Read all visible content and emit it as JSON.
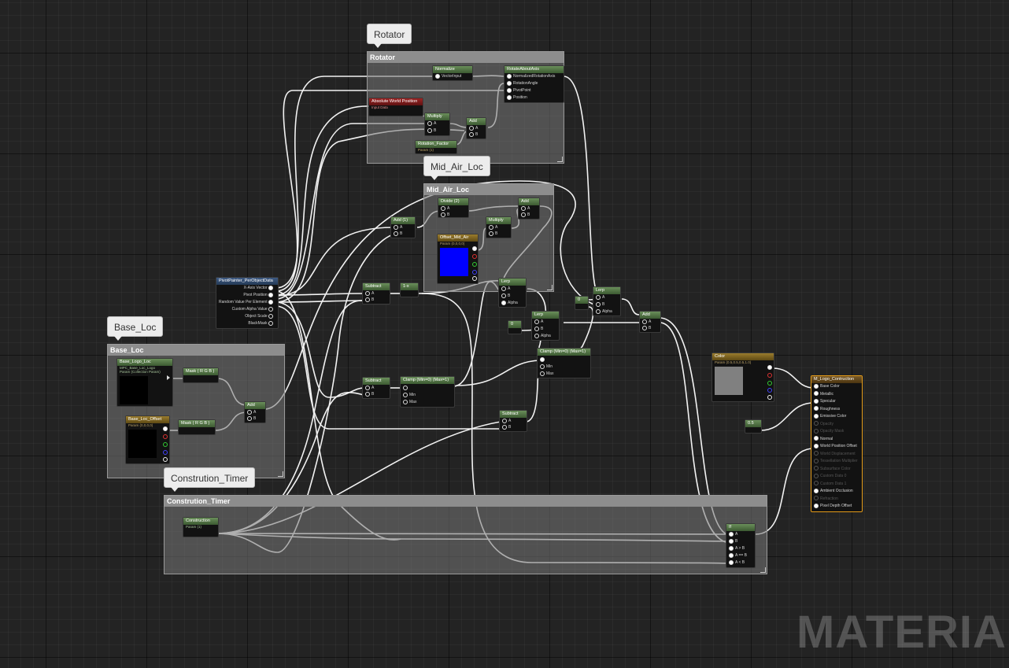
{
  "comments": {
    "rotator": "Rotator",
    "mid_air": "Mid_Air_Loc",
    "base_loc": "Base_Loc",
    "timer": "Constrution_Timer"
  },
  "nodes": {
    "normalize": {
      "title": "Normalize",
      "in": "VectorInput"
    },
    "rotate": {
      "title": "RotateAboutAxis",
      "pins": [
        "NormalizedRotationAxis",
        "RotationAngle",
        "PivotPoint",
        "Position"
      ]
    },
    "abs_world": {
      "title": "Absolute World Position",
      "sub": "Input Data"
    },
    "multiply_rot": {
      "title": "Multiply",
      "a": "A",
      "b": "B"
    },
    "add_rot": {
      "title": "Add",
      "a": "A",
      "b": "B"
    },
    "rotation_factor": {
      "title": "Rotation_Factor",
      "sub": "Param (1)"
    },
    "divide": {
      "title": "Divide (2)",
      "a": "A",
      "b": "B"
    },
    "add_mid": {
      "title": "Add",
      "a": "A",
      "b": "B"
    },
    "add1": {
      "title": "Add (1)",
      "a": "A",
      "b": "B"
    },
    "multiply_mid": {
      "title": "Multiply",
      "a": "A",
      "b": "B"
    },
    "offset_mid": {
      "title": "Offset_Mid_Air",
      "sub": "Param (0,0,0,0)"
    },
    "pivot": {
      "title": "PivotPainter_PerObjectData",
      "pins": [
        "X-Axis Vector",
        "Pivot Position",
        "Random Value Per Element",
        "Custom Alpha Value",
        "Object Scale",
        "BlackMask"
      ]
    },
    "subtract_top": {
      "title": "Subtract",
      "a": "A",
      "b": "B"
    },
    "one_minus": {
      "title": "1-x"
    },
    "lerp_mid": {
      "title": "Lerp",
      "a": "A",
      "b": "B",
      "alpha": "Alpha"
    },
    "const0_a": {
      "title": "0"
    },
    "lerp_right": {
      "title": "Lerp",
      "a": "A",
      "b": "B",
      "alpha": "Alpha"
    },
    "const0_b": {
      "title": "0"
    },
    "lerp_low": {
      "title": "Lerp",
      "a": "A",
      "b": "B",
      "alpha": "Alpha"
    },
    "add_right": {
      "title": "Add",
      "a": "A",
      "b": "B"
    },
    "clamp_right": {
      "title": "Clamp (Min=0) (Max=1)",
      "min": "Min",
      "max": "Max"
    },
    "base_logo": {
      "title": "Base_Logo_Loc",
      "sub": "MPC_Base_Loc_Logo",
      "sub2": "Param (Collection Param)"
    },
    "mask_rgb1": {
      "title": "Mask ( R G B )"
    },
    "base_offset": {
      "title": "Base_Loc_Offset",
      "sub": "Param (0,0,0,0)"
    },
    "mask_rgb2": {
      "title": "Mask ( R G B )"
    },
    "add_base": {
      "title": "Add",
      "a": "A",
      "b": "B"
    },
    "subtract_mid": {
      "title": "Subtract",
      "a": "A",
      "b": "B"
    },
    "clamp_mid": {
      "title": "Clamp (Min=0) (Max=1)",
      "min": "Min",
      "max": "Max"
    },
    "subtract_low": {
      "title": "Subtract",
      "a": "A",
      "b": "B"
    },
    "color": {
      "title": "Color",
      "sub": "Param (0.5,0.5,0.5,1.0)"
    },
    "const05": {
      "title": "0.5"
    },
    "construction": {
      "title": "Construction",
      "sub": "Param (1)"
    },
    "if": {
      "title": "If",
      "pins": [
        "A",
        "B",
        "A > B",
        "A == B",
        "A < B"
      ]
    }
  },
  "material": {
    "title": "M_Logo_Contruction",
    "pins": [
      {
        "label": "Base Color",
        "on": true
      },
      {
        "label": "Metallic",
        "on": true
      },
      {
        "label": "Specular",
        "on": true
      },
      {
        "label": "Roughness",
        "on": true
      },
      {
        "label": "Emissive Color",
        "on": true
      },
      {
        "label": "Opacity",
        "on": false
      },
      {
        "label": "Opacity Mask",
        "on": false
      },
      {
        "label": "Normal",
        "on": true
      },
      {
        "label": "World Position Offset",
        "on": true
      },
      {
        "label": "World Displacement",
        "on": false
      },
      {
        "label": "Tessellation Multiplier",
        "on": false
      },
      {
        "label": "Subsurface Color",
        "on": false
      },
      {
        "label": "Custom Data 0",
        "on": false
      },
      {
        "label": "Custom Data 1",
        "on": false
      },
      {
        "label": "Ambient Occlusion",
        "on": true
      },
      {
        "label": "Refraction",
        "on": false
      },
      {
        "label": "Pixel Depth Offset",
        "on": true
      }
    ]
  },
  "watermark": "MATERIAL",
  "colors": {
    "accent": "#e39a18",
    "offset_swatch": "#0000ff",
    "color_swatch": "#808080"
  }
}
